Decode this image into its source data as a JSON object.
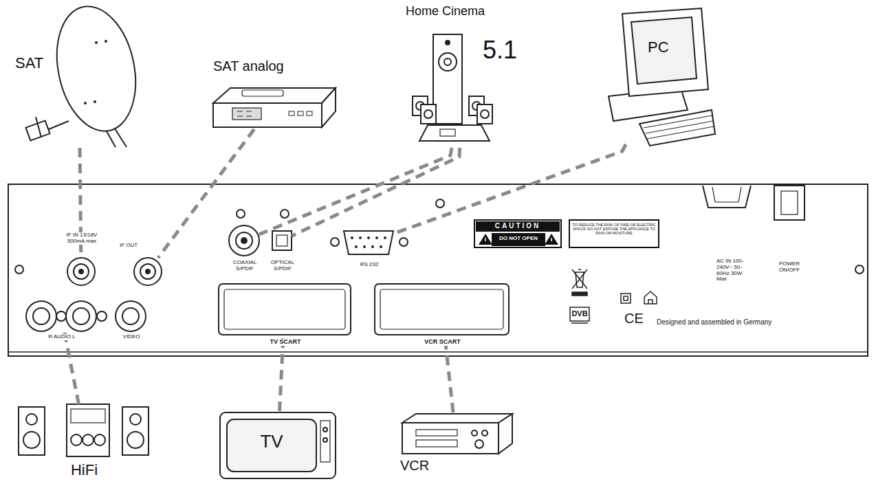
{
  "diagram": {
    "nodes": [
      {
        "text": [
          "SAT"
        ]
      },
      {
        "text": [
          "SAT analog"
        ]
      },
      {
        "text": [
          "Home Cinema",
          "5.1"
        ]
      },
      {
        "text": [
          "PC"
        ]
      },
      {
        "text": [
          "IF IN 13/18V 500mA max"
        ]
      },
      {
        "text": [
          "IF OUT"
        ]
      },
      {
        "text": [
          "COAXIAL S/PDIF"
        ]
      },
      {
        "text": [
          "OPTICAL S/PDIF"
        ]
      },
      {
        "text": [
          "RS 232"
        ]
      },
      {
        "text": [
          "R AUDIO L"
        ]
      },
      {
        "text": [
          "VIDEO"
        ]
      },
      {
        "text": [
          "TV SCART"
        ]
      },
      {
        "text": [
          "VCR SCART"
        ]
      },
      {
        "text": [
          "AC IN 100-240V~ 50-60Hz 30W Max"
        ]
      },
      {
        "text": [
          "POWER ON/OFF"
        ]
      },
      {
        "text": [
          "HiFi"
        ]
      },
      {
        "text": [
          "TV"
        ]
      },
      {
        "text": [
          "VCR"
        ]
      }
    ],
    "edges": [
      {
        "from": 0,
        "to": 4,
        "arrow": "none"
      },
      {
        "from": 1,
        "to": 5,
        "arrow": "none"
      },
      {
        "from": 2,
        "to": 6,
        "arrow": "none"
      },
      {
        "from": 2,
        "to": 7,
        "arrow": "none"
      },
      {
        "from": 3,
        "to": 8,
        "arrow": "none"
      },
      {
        "from": 15,
        "to": 9,
        "arrow": "none"
      },
      {
        "from": 16,
        "to": 11,
        "arrow": "none"
      },
      {
        "from": 17,
        "to": 12,
        "arrow": "none"
      }
    ],
    "labels": [
      "CAUTION",
      "DO NOT OPEN",
      "TO REDUCE THE RISK OF FIRE OR ELECTRIC SHOCK DO NOT EXPOSE THE APPLIANCE TO RAIN OR MOISTURE",
      "DVB",
      "CE",
      "Designed and assembled in Germany"
    ]
  }
}
